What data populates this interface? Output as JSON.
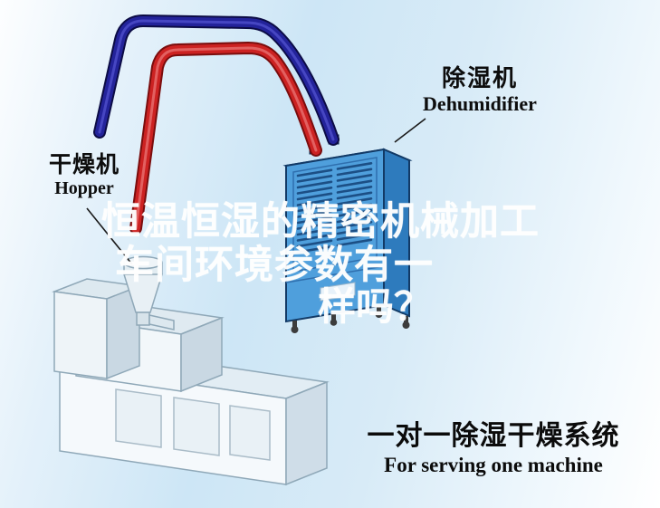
{
  "labels": {
    "hopper": {
      "cn": "干燥机",
      "en": "Hopper"
    },
    "dehumidifier": {
      "cn": "除湿机",
      "en": "Dehumidifier"
    }
  },
  "watermark": {
    "line1": "恒温恒湿的精密机械加工",
    "line2": "车间环境参数有一",
    "line3": "样吗？"
  },
  "caption": {
    "cn": "一对一除湿干燥系统",
    "en": "For serving one machine"
  },
  "colors": {
    "background_blue": "#cde6f6",
    "hose_red": "#cc2222",
    "hose_blue": "#23239a",
    "dehumidifier_front": "#4f9fdc",
    "dehumidifier_side": "#2e7bbd",
    "dehumidifier_top": "#a6d2ef",
    "machine_white": "#f5f9fc",
    "text_black": "#0d0d0d",
    "watermark_white": "#ffffff"
  }
}
